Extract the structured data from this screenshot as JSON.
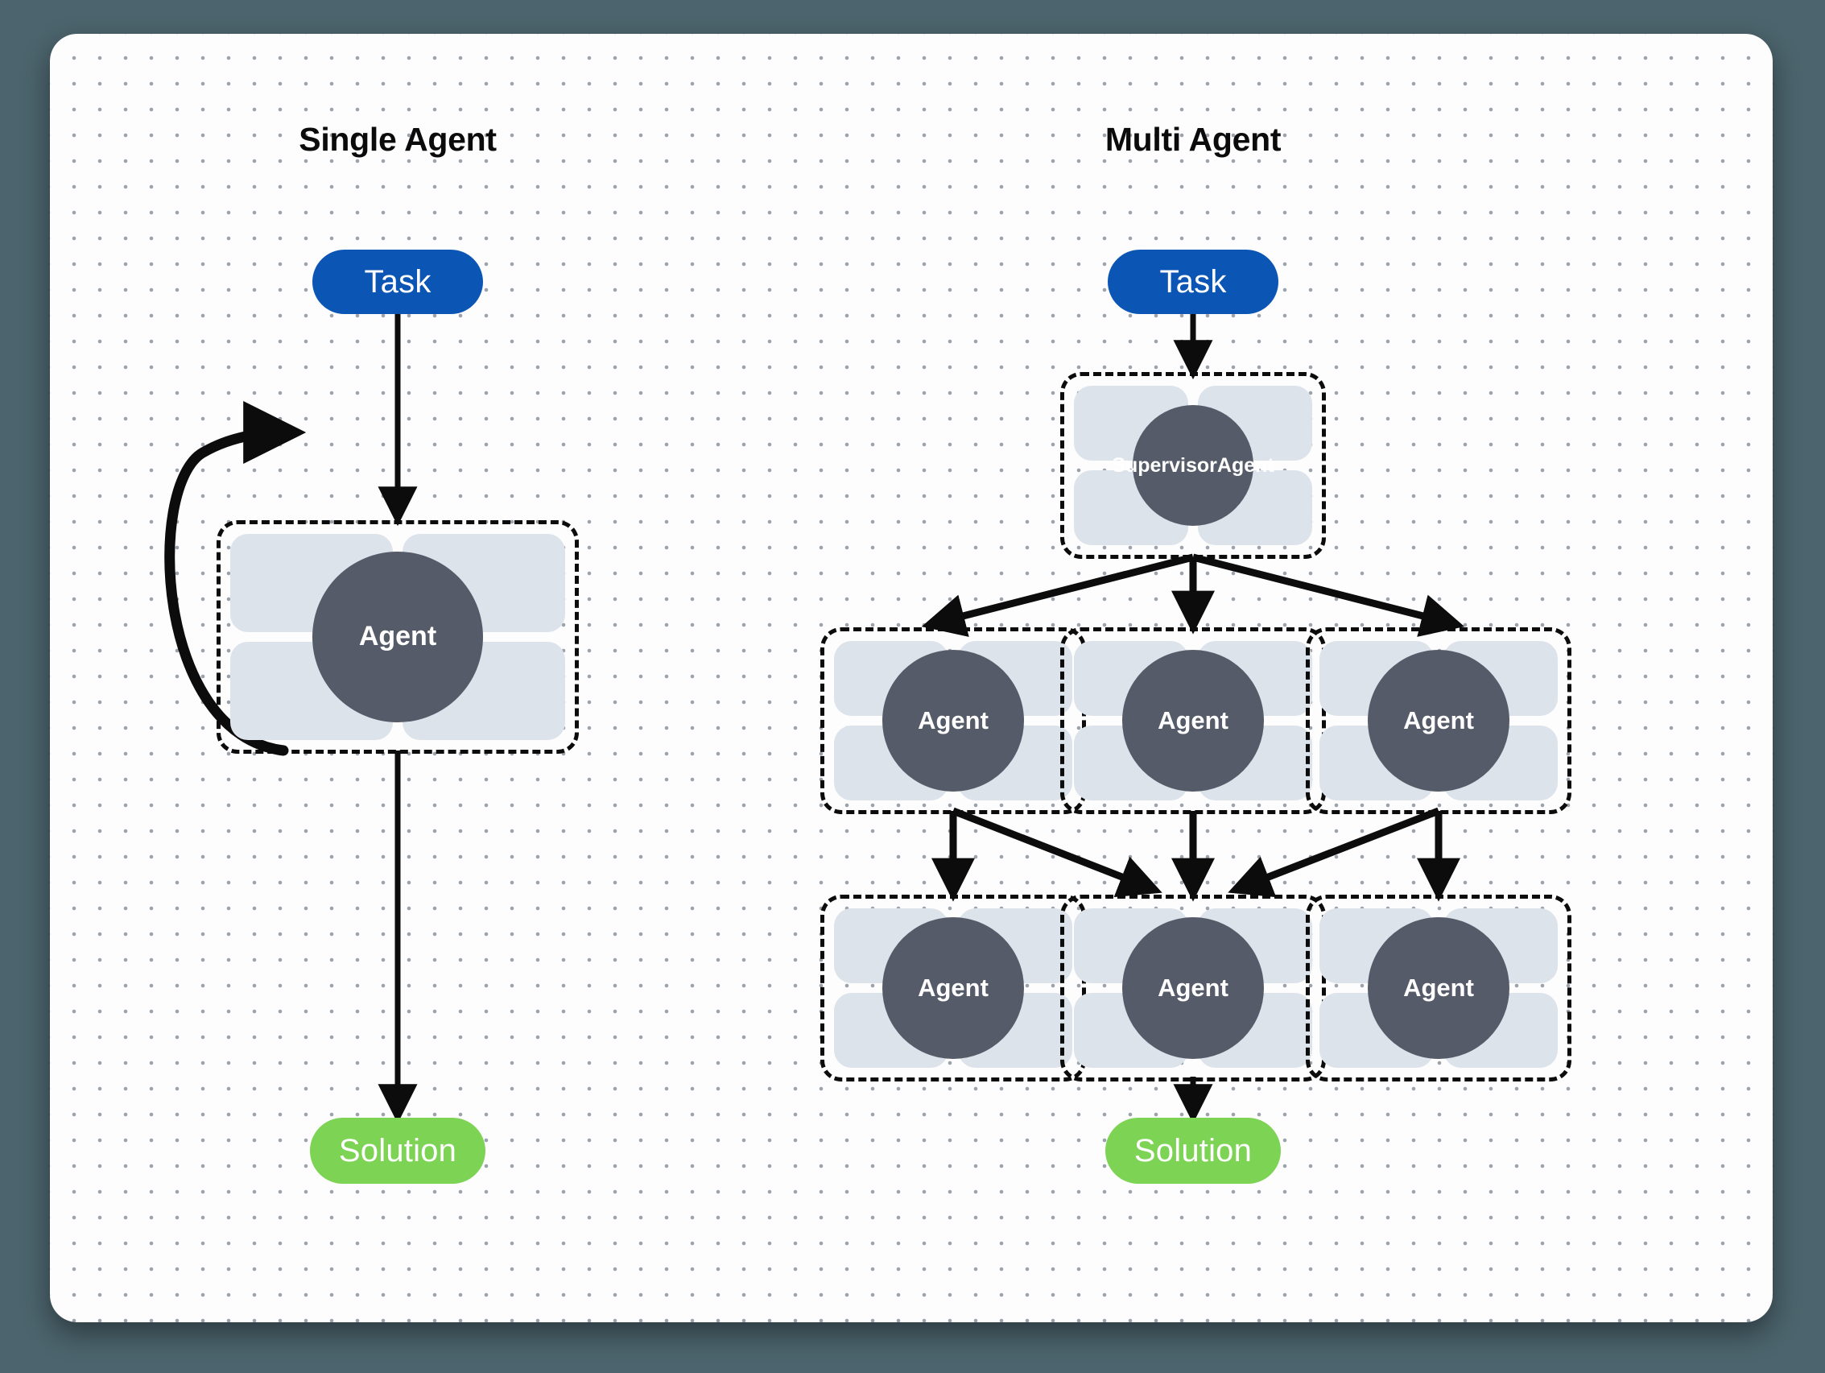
{
  "canvas": {
    "background_color": "#fdfdfd",
    "page_background_color": "#4c646d",
    "dot_color": "#9aa2ab"
  },
  "colors": {
    "task_blue": "#0b55b5",
    "solution_green": "#7dd353",
    "agent_circle_gray": "#565b69",
    "tile_blue_gray": "#dde3eb",
    "edge_black": "#0c0c0d"
  },
  "columns": [
    {
      "id": "single",
      "title": "Single Agent"
    },
    {
      "id": "multi",
      "title": "Multi Agent"
    }
  ],
  "single_agent": {
    "task_label": "Task",
    "agent_label": "Agent",
    "solution_label": "Solution"
  },
  "multi_agent": {
    "task_label": "Task",
    "supervisor_label_line1": "Supervisor",
    "supervisor_label_line2": "Agent",
    "agent_label": "Agent",
    "solution_label": "Solution",
    "row_middle": [
      {
        "label": "Agent"
      },
      {
        "label": "Agent"
      },
      {
        "label": "Agent"
      }
    ],
    "row_bottom": [
      {
        "label": "Agent"
      },
      {
        "label": "Agent"
      },
      {
        "label": "Agent"
      }
    ]
  }
}
